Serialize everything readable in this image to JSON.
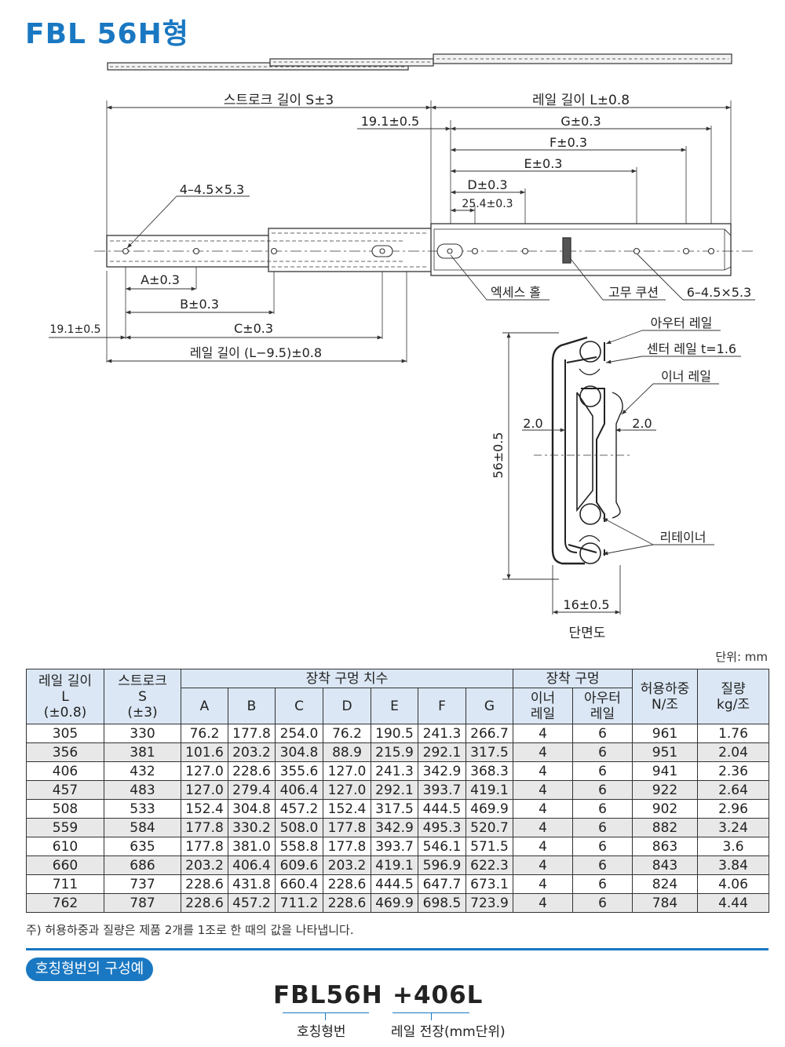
{
  "title": "FBL 56H형",
  "top_view": {
    "stroke_label": "스트로크 길이 S±3",
    "rail_length_label": "레일 길이 L±0.8",
    "offset_top": "19.1±0.5",
    "dim_G": "G±0.3",
    "dim_F": "F±0.3",
    "dim_E": "E±0.3",
    "dim_D": "D±0.3",
    "dim_25": "25.4±0.3",
    "holes_inner": "4–4.5×5.3",
    "holes_outer": "6–4.5×5.3",
    "access_hole": "엑세스 홀",
    "rubber_cushion": "고무 쿠션",
    "dim_A": "A±0.3",
    "dim_B": "B±0.3",
    "dim_C": "C±0.3",
    "offset_bottom": "19.1±0.5",
    "inner_rail_length": "레일 길이 (L−9.5)±0.8"
  },
  "section": {
    "outer_rail": "아우터 레일",
    "center_rail": "센터 레일 t=1.6",
    "inner_rail": "이너 레일",
    "gap_left": "2.0",
    "gap_right": "2.0",
    "height": "56±0.5",
    "retainer": "리테이너",
    "width": "16±0.5",
    "caption": "단면도"
  },
  "unit": "단위: mm",
  "table": {
    "headers": {
      "rail_length": [
        "레일 길이",
        "L",
        "(±0.8)"
      ],
      "stroke": [
        "스트로크",
        "S",
        "(±3)"
      ],
      "mount_dims": "장착 구멍 치수",
      "mount_cols": [
        "A",
        "B",
        "C",
        "D",
        "E",
        "F",
        "G"
      ],
      "mount_holes": "장착 구멍",
      "inner_rail": [
        "이너",
        "레일"
      ],
      "outer_rail": [
        "아우터",
        "레일"
      ],
      "load": [
        "허용하중",
        "N/조"
      ],
      "mass": [
        "질량",
        "kg/조"
      ]
    },
    "rows": [
      [
        "305",
        "330",
        "76.2",
        "177.8",
        "254.0",
        "76.2",
        "190.5",
        "241.3",
        "266.7",
        "4",
        "6",
        "961",
        "1.76"
      ],
      [
        "356",
        "381",
        "101.6",
        "203.2",
        "304.8",
        "88.9",
        "215.9",
        "292.1",
        "317.5",
        "4",
        "6",
        "951",
        "2.04"
      ],
      [
        "406",
        "432",
        "127.0",
        "228.6",
        "355.6",
        "127.0",
        "241.3",
        "342.9",
        "368.3",
        "4",
        "6",
        "941",
        "2.36"
      ],
      [
        "457",
        "483",
        "127.0",
        "279.4",
        "406.4",
        "127.0",
        "292.1",
        "393.7",
        "419.1",
        "4",
        "6",
        "922",
        "2.64"
      ],
      [
        "508",
        "533",
        "152.4",
        "304.8",
        "457.2",
        "152.4",
        "317.5",
        "444.5",
        "469.9",
        "4",
        "6",
        "902",
        "2.96"
      ],
      [
        "559",
        "584",
        "177.8",
        "330.2",
        "508.0",
        "177.8",
        "342.9",
        "495.3",
        "520.7",
        "4",
        "6",
        "882",
        "3.24"
      ],
      [
        "610",
        "635",
        "177.8",
        "381.0",
        "558.8",
        "177.8",
        "393.7",
        "546.1",
        "571.5",
        "4",
        "6",
        "863",
        "3.6"
      ],
      [
        "660",
        "686",
        "203.2",
        "406.4",
        "609.6",
        "203.2",
        "419.1",
        "596.9",
        "622.3",
        "4",
        "6",
        "843",
        "3.84"
      ],
      [
        "711",
        "737",
        "228.6",
        "431.8",
        "660.4",
        "228.6",
        "444.5",
        "647.7",
        "673.1",
        "4",
        "6",
        "824",
        "4.06"
      ],
      [
        "762",
        "787",
        "228.6",
        "457.2",
        "711.2",
        "228.6",
        "469.9",
        "698.5",
        "723.9",
        "4",
        "6",
        "784",
        "4.44"
      ]
    ]
  },
  "note": "주) 허용하중과 질량은 제품 2개를 1조로 한 때의 값을 나타냅니다.",
  "example": {
    "pill": "호칭형번의 구성예",
    "model": "FBL56H",
    "length": "+406L",
    "model_label": "호칭형번",
    "length_label": "레일 전장(mm단위)"
  }
}
